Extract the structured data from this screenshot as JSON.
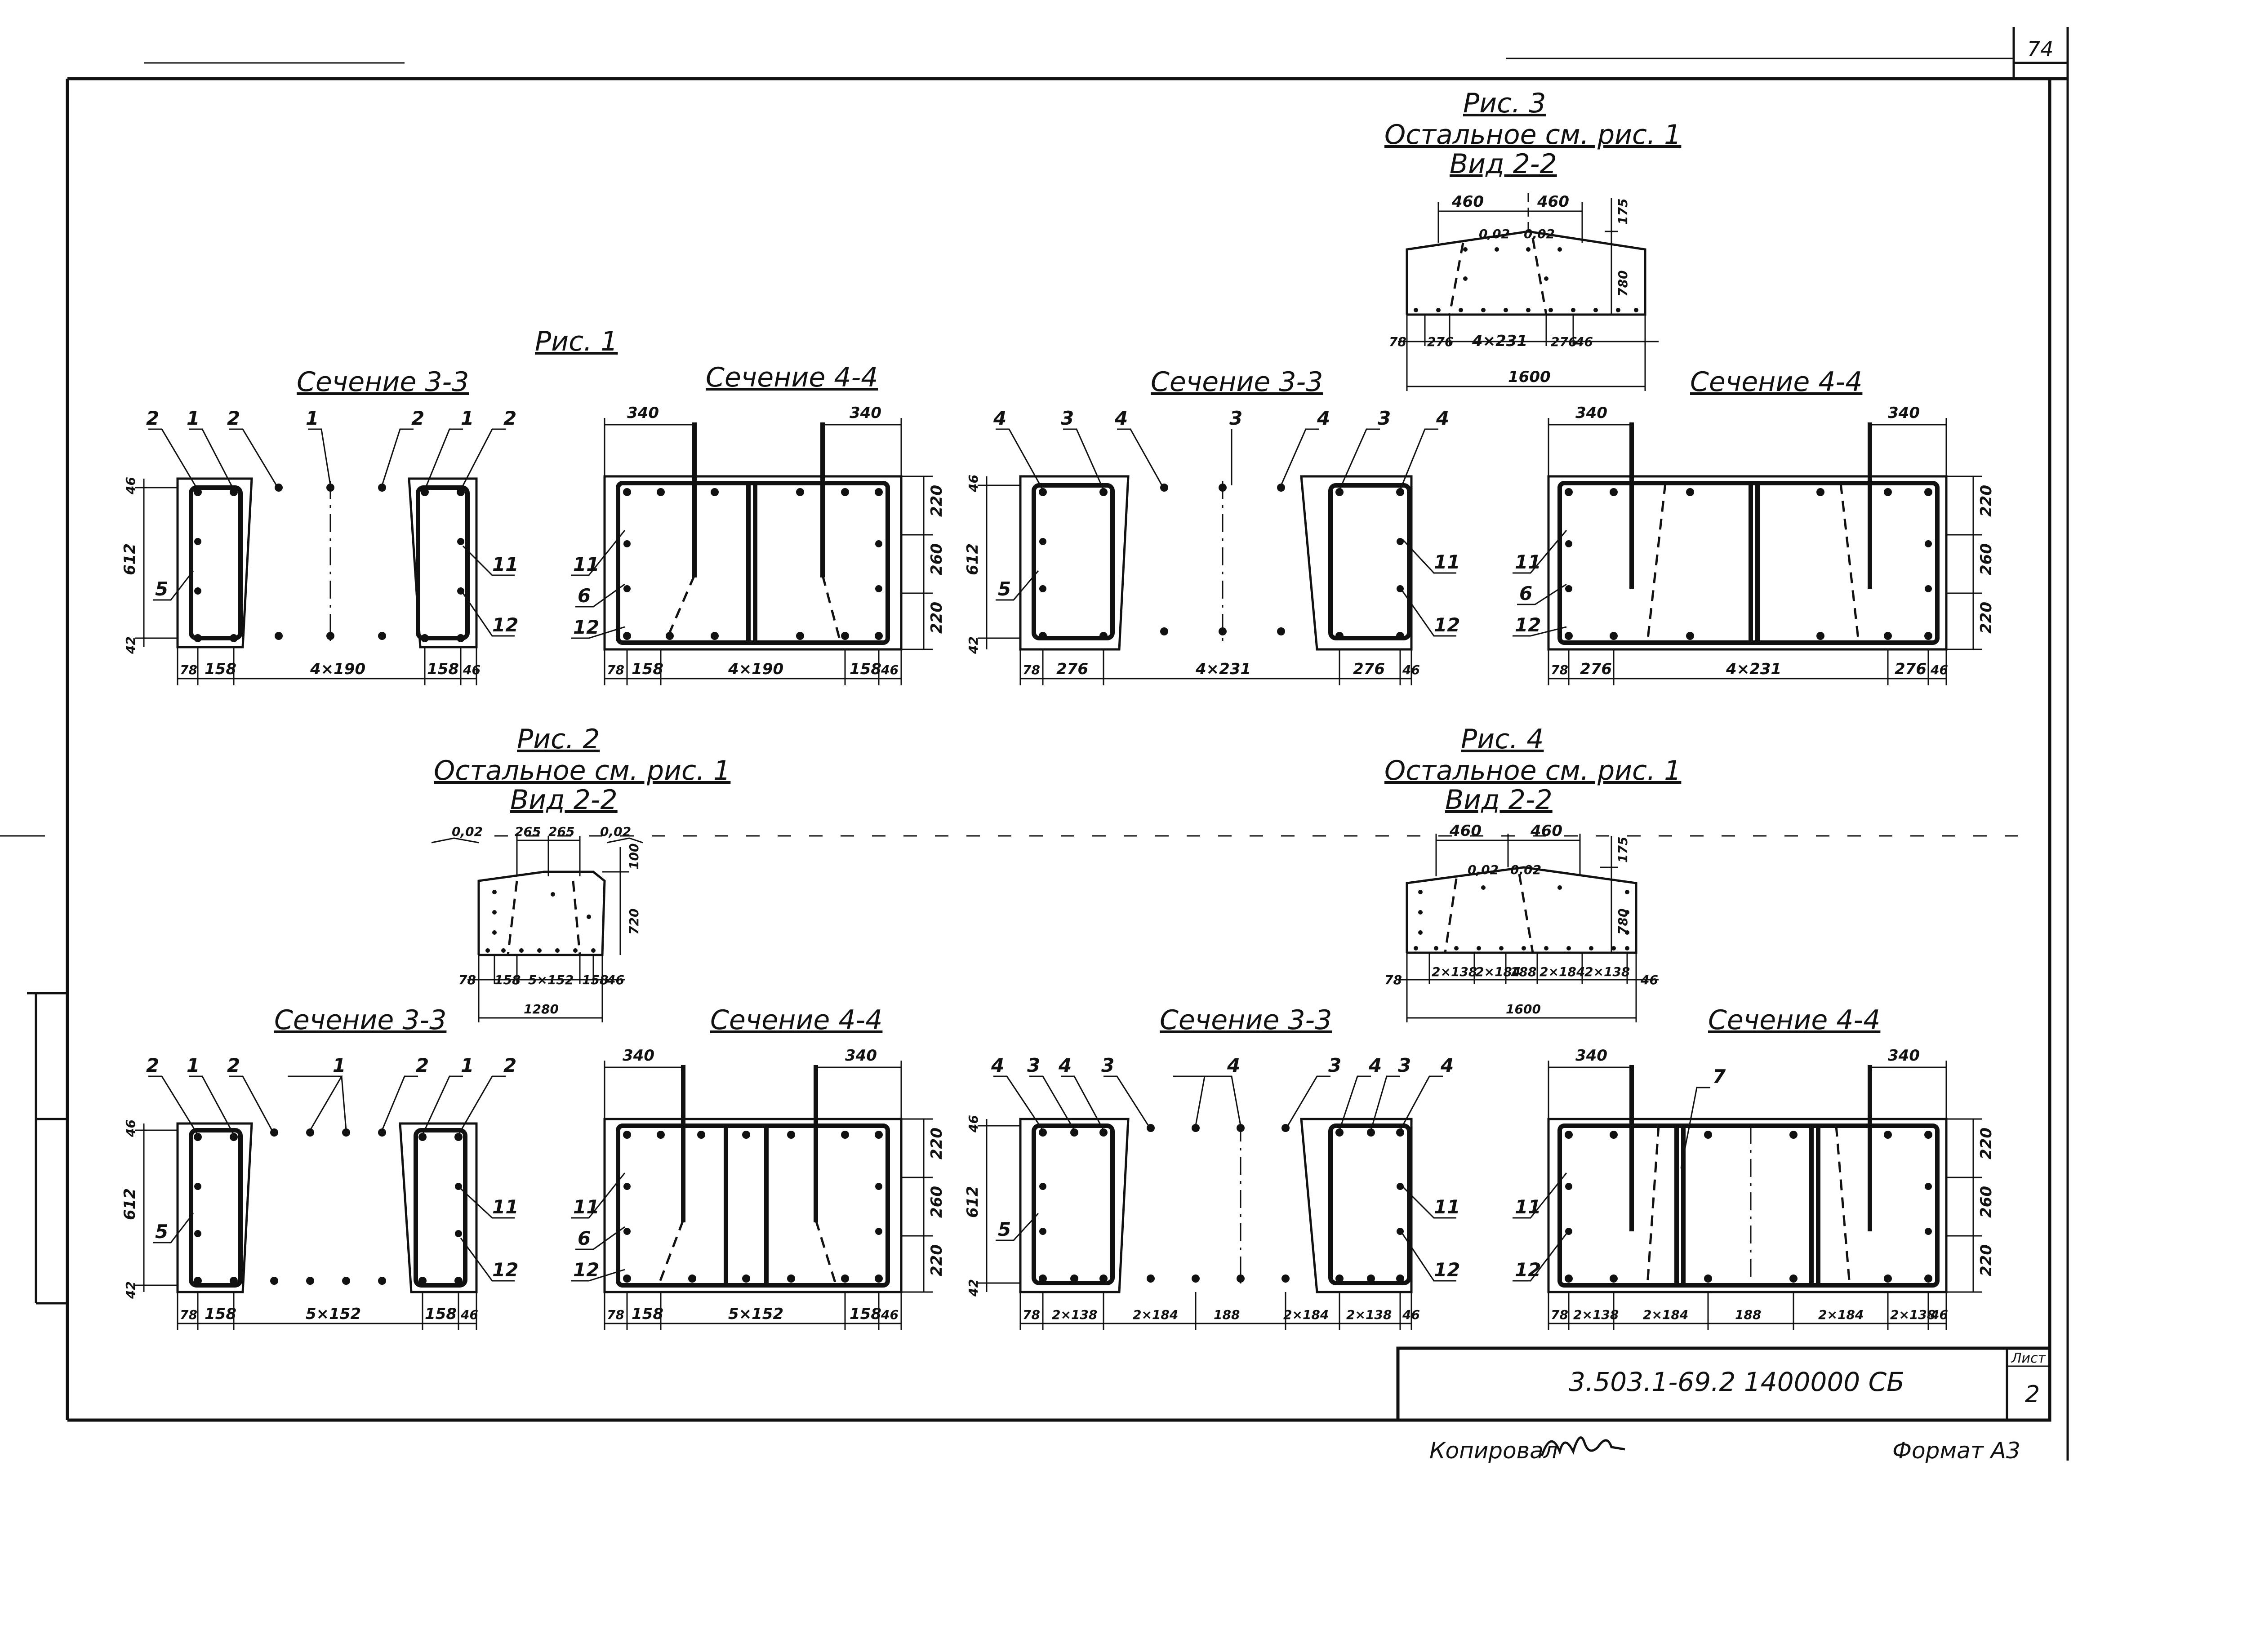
{
  "sheet": {
    "corner_number": "74",
    "stamp_code": "3.503.1-69.2 1400000 СБ",
    "stamp_sheet_label": "Лист",
    "stamp_sheet_no": "2",
    "footer_copied": "Копировал",
    "footer_format": "Формат А3"
  },
  "fig1": {
    "title": "Рис. 1",
    "sec_a": {
      "title": "Сечение 3-3",
      "marks_top": [
        "2",
        "1",
        "2",
        "1",
        "2",
        "1",
        "2"
      ],
      "marks_side": [
        "5",
        "11",
        "12"
      ],
      "height_dims": [
        "46",
        "612",
        "42"
      ],
      "bottom_dims": [
        "78",
        "158",
        "4×190",
        "158",
        "46"
      ]
    },
    "sec_b": {
      "title": "Сечение 4-4",
      "top_dims": [
        "340",
        "340"
      ],
      "marks_side": [
        "11",
        "6",
        "12"
      ],
      "height_dims": [
        "220",
        "260",
        "220"
      ],
      "bottom_dims": [
        "78",
        "158",
        "4×190",
        "158",
        "46"
      ]
    },
    "sec_c": {
      "title": "Сечение 3-3",
      "marks_top": [
        "4",
        "3",
        "4",
        "3",
        "4",
        "3",
        "4"
      ],
      "marks_side": [
        "5",
        "11",
        "12"
      ],
      "height_dims": [
        "46",
        "612",
        "42"
      ],
      "bottom_dims": [
        "78",
        "276",
        "4×231",
        "276",
        "46"
      ]
    },
    "sec_d": {
      "title": "Сечение 4-4",
      "top_dims": [
        "340",
        "340"
      ],
      "marks_side": [
        "11",
        "6",
        "12"
      ],
      "height_dims": [
        "220",
        "260",
        "220"
      ],
      "bottom_dims": [
        "78",
        "276",
        "4×231",
        "276",
        "46"
      ]
    }
  },
  "fig2": {
    "title": "Рис. 2",
    "subtitle": "Остальное см. рис. 1",
    "view": "Вид 2-2",
    "slopes": [
      "0,02",
      "0,02"
    ],
    "top_dims": [
      "265",
      "265"
    ],
    "side_dims": [
      "100",
      "720"
    ],
    "bottom_dims": [
      "78",
      "158",
      "5×152",
      "158",
      "46"
    ],
    "overall": "1280",
    "sec_a": {
      "title": "Сечение 3-3",
      "marks_top": [
        "2",
        "1",
        "2",
        "1",
        "2",
        "1",
        "2"
      ],
      "marks_side": [
        "5",
        "11",
        "12"
      ],
      "height_dims": [
        "46",
        "612",
        "42"
      ],
      "bottom_dims": [
        "78",
        "158",
        "5×152",
        "158",
        "46"
      ]
    },
    "sec_b": {
      "title": "Сечение 4-4",
      "top_dims": [
        "340",
        "340"
      ],
      "marks_side": [
        "11",
        "6",
        "12"
      ],
      "height_dims": [
        "220",
        "260",
        "220"
      ],
      "bottom_dims": [
        "78",
        "158",
        "5×152",
        "158",
        "46"
      ]
    }
  },
  "fig3": {
    "title": "Рис. 3",
    "subtitle": "Остальное см. рис. 1",
    "view": "Вид 2-2",
    "top_dims": [
      "460",
      "460"
    ],
    "slopes": [
      "0,02",
      "0,02"
    ],
    "side_dims": [
      "175",
      "780"
    ],
    "bottom_dims": [
      "78",
      "276",
      "4×231",
      "276",
      "46"
    ],
    "overall": "1600"
  },
  "fig4": {
    "title": "Рис. 4",
    "subtitle": "Остальное см. рис. 1",
    "view": "Вид 2-2",
    "top_dims": [
      "460",
      "460"
    ],
    "slopes": [
      "0,02",
      "0,02"
    ],
    "side_dims": [
      "175",
      "780"
    ],
    "bottom_dims": [
      "78",
      "2×138",
      "2×184",
      "188",
      "2×184",
      "2×138",
      "46"
    ],
    "overall": "1600",
    "sec_a": {
      "title": "Сечение 3-3",
      "marks_top": [
        "4",
        "3",
        "4",
        "3",
        "4",
        "3",
        "4",
        "3",
        "4"
      ],
      "marks_side": [
        "5",
        "11",
        "12"
      ],
      "height_dims": [
        "46",
        "612",
        "42"
      ],
      "bottom_dims": [
        "78",
        "2×138",
        "2×184",
        "188",
        "2×184",
        "2×138",
        "46"
      ]
    },
    "sec_b": {
      "title": "Сечение 4-4",
      "top_dims": [
        "340",
        "340"
      ],
      "mark_top": "7",
      "marks_side": [
        "11",
        "12"
      ],
      "height_dims": [
        "220",
        "260",
        "220"
      ],
      "bottom_dims": [
        "78",
        "2×138",
        "2×184",
        "188",
        "2×184",
        "2×138",
        "46"
      ]
    }
  }
}
